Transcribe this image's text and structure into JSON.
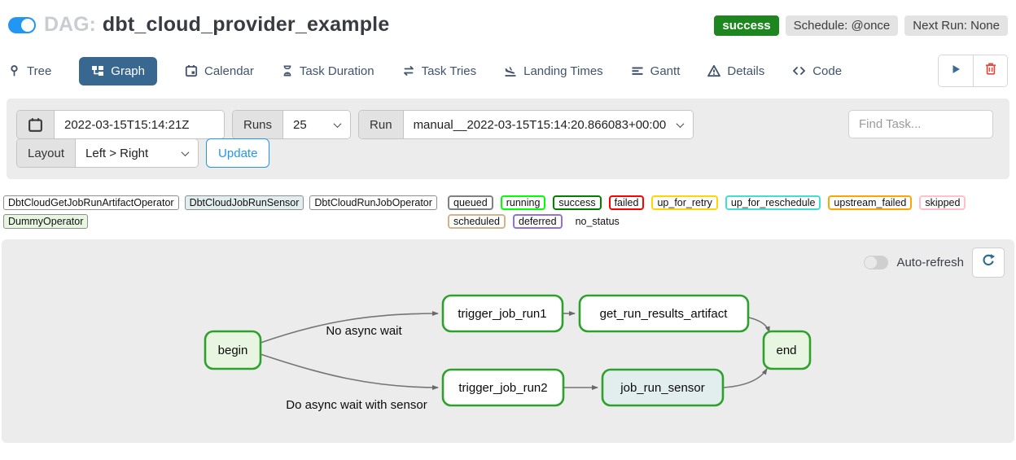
{
  "header": {
    "dag_prefix": "DAG:",
    "dag_title": "dbt_cloud_provider_example",
    "pause_toggle_on": true,
    "status_badge": "success",
    "schedule_badge": "Schedule: @once",
    "next_run_badge": "Next Run: None"
  },
  "tabs": {
    "items": [
      {
        "label": "Tree",
        "icon": "tree-icon",
        "active": false
      },
      {
        "label": "Graph",
        "icon": "graph-icon",
        "active": true
      },
      {
        "label": "Calendar",
        "icon": "calendar-icon",
        "active": false
      },
      {
        "label": "Task Duration",
        "icon": "hourglass-icon",
        "active": false
      },
      {
        "label": "Task Tries",
        "icon": "repeat-icon",
        "active": false
      },
      {
        "label": "Landing Times",
        "icon": "plane-landing-icon",
        "active": false
      },
      {
        "label": "Gantt",
        "icon": "gantt-icon",
        "active": false
      },
      {
        "label": "Details",
        "icon": "details-icon",
        "active": false
      },
      {
        "label": "Code",
        "icon": "code-icon",
        "active": false
      }
    ],
    "actions": [
      {
        "name": "trigger-dag",
        "icon": "play-icon"
      },
      {
        "name": "delete-dag",
        "icon": "trash-icon"
      }
    ]
  },
  "filters": {
    "base_date_value": "2022-03-15T15:14:21Z",
    "runs_label": "Runs",
    "runs_value": "25",
    "run_label": "Run",
    "run_value": "manual__2022-03-15T15:14:20.866083+00:00",
    "layout_label": "Layout",
    "layout_value": "Left > Right",
    "update_button": "Update",
    "find_task_placeholder": "Find Task..."
  },
  "legend": {
    "operators": [
      {
        "label": "DbtCloudGetJobRunArtifactOperator",
        "color": "#ffffff"
      },
      {
        "label": "DbtCloudJobRunSensor",
        "color": "#e2eeee"
      },
      {
        "label": "DbtCloudRunJobOperator",
        "color": "#ffffff"
      },
      {
        "label": "DummyOperator",
        "color": "#e7f5e1"
      }
    ],
    "statuses": [
      {
        "label": "queued",
        "color": "#808080"
      },
      {
        "label": "running",
        "color": "#00ff00"
      },
      {
        "label": "success",
        "color": "#008000"
      },
      {
        "label": "failed",
        "color": "#ff0000"
      },
      {
        "label": "up_for_retry",
        "color": "#ffd700"
      },
      {
        "label": "up_for_reschedule",
        "color": "#40e0d0"
      },
      {
        "label": "upstream_failed",
        "color": "#ffa500"
      },
      {
        "label": "skipped",
        "color": "#ffc0cb"
      },
      {
        "label": "scheduled",
        "color": "#d2b48c"
      },
      {
        "label": "deferred",
        "color": "#9370db"
      },
      {
        "label": "no_status",
        "color": "none"
      }
    ]
  },
  "graph_panel": {
    "auto_refresh_label": "Auto-refresh",
    "auto_refresh_on": false
  },
  "graph": {
    "nodes": [
      {
        "id": "begin",
        "label": "begin",
        "fill": "#e7f5e1"
      },
      {
        "id": "trigger_job_run1",
        "label": "trigger_job_run1",
        "fill": "#ffffff"
      },
      {
        "id": "get_run_results_artifact",
        "label": "get_run_results_artifact",
        "fill": "#ffffff"
      },
      {
        "id": "end",
        "label": "end",
        "fill": "#e7f5e1"
      },
      {
        "id": "trigger_job_run2",
        "label": "trigger_job_run2",
        "fill": "#ffffff"
      },
      {
        "id": "job_run_sensor",
        "label": "job_run_sensor",
        "fill": "#e2eeee"
      }
    ],
    "edges": [
      {
        "from": "begin",
        "to": "trigger_job_run1",
        "label": "No async wait"
      },
      {
        "from": "trigger_job_run1",
        "to": "get_run_results_artifact",
        "label": ""
      },
      {
        "from": "get_run_results_artifact",
        "to": "end",
        "label": ""
      },
      {
        "from": "begin",
        "to": "trigger_job_run2",
        "label": "Do async wait with sensor"
      },
      {
        "from": "trigger_job_run2",
        "to": "job_run_sensor",
        "label": ""
      },
      {
        "from": "job_run_sensor",
        "to": "end",
        "label": ""
      }
    ]
  },
  "colors": {
    "accent_blue": "#2196f3",
    "active_tab": "#386890",
    "tab_text": "#41536b",
    "success_badge_bg": "#1e861e",
    "panel_gray": "#ececec",
    "node_border_green": "#2da12b",
    "edge_gray": "#757575",
    "trash_red": "#e5483d"
  }
}
